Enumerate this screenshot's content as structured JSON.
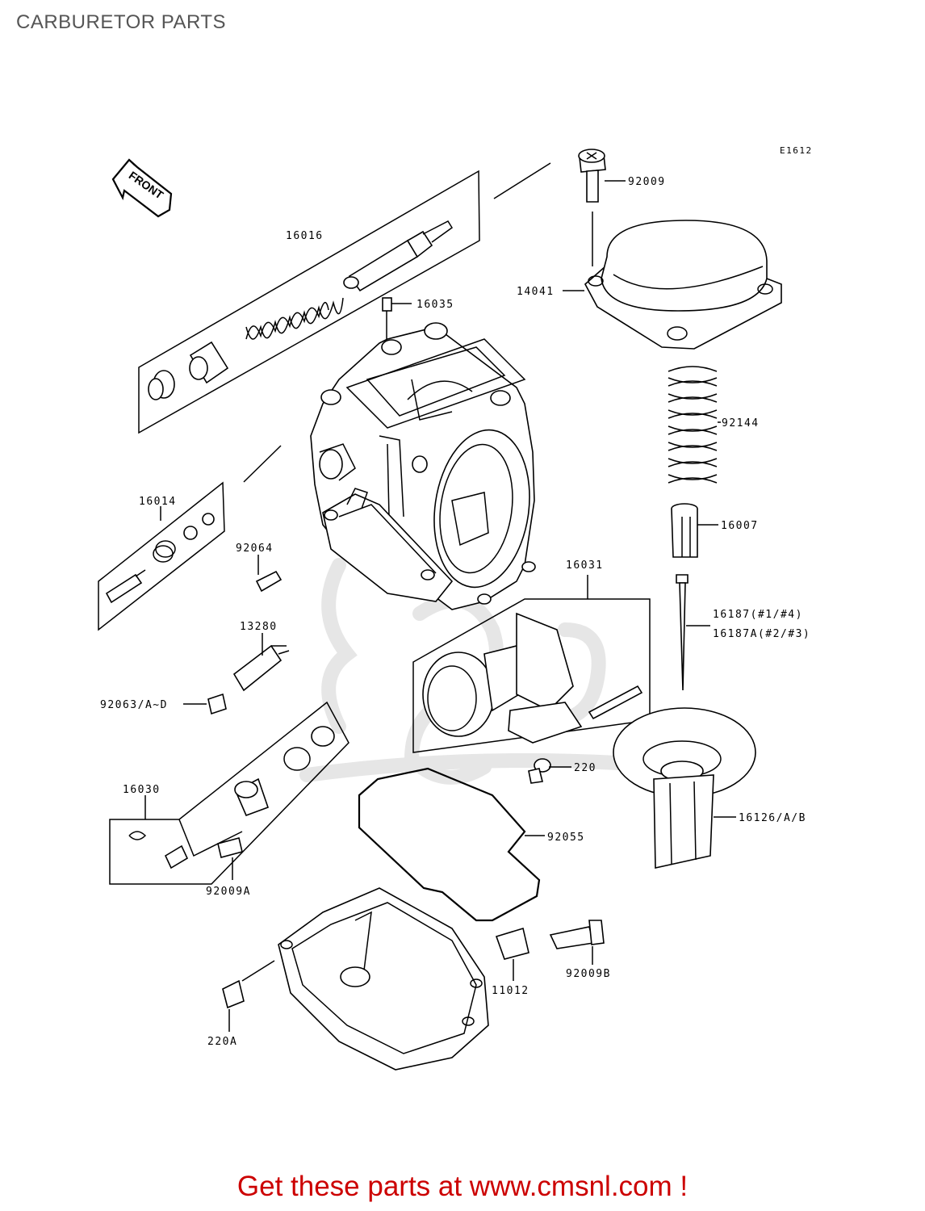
{
  "page": {
    "title": "CARBURETOR PARTS",
    "drawing_code": "E1612",
    "front_marker": "FRONT",
    "promo_text": "Get these parts at www.cmsnl.com !"
  },
  "colors": {
    "title": "#555555",
    "promo": "#cc0000",
    "line_art": "#000000",
    "background": "#ffffff"
  },
  "parts": [
    {
      "id": "p16016",
      "label": "16016"
    },
    {
      "id": "p16035",
      "label": "16035"
    },
    {
      "id": "p92009",
      "label": "92009"
    },
    {
      "id": "p14041",
      "label": "14041"
    },
    {
      "id": "p92144",
      "label": "92144"
    },
    {
      "id": "p16007",
      "label": "16007"
    },
    {
      "id": "p16014",
      "label": "16014"
    },
    {
      "id": "p92064",
      "label": "92064"
    },
    {
      "id": "p16031",
      "label": "16031"
    },
    {
      "id": "p16187",
      "label": "16187(#1/#4)"
    },
    {
      "id": "p16187a",
      "label": "16187A(#2/#3)"
    },
    {
      "id": "p13280",
      "label": "13280"
    },
    {
      "id": "p92063",
      "label": "92063/A~D"
    },
    {
      "id": "p220",
      "label": "220"
    },
    {
      "id": "p16030",
      "label": "16030"
    },
    {
      "id": "p16126",
      "label": "16126/A/B"
    },
    {
      "id": "p92055",
      "label": "92055"
    },
    {
      "id": "p92009a",
      "label": "92009A"
    },
    {
      "id": "p11012",
      "label": "11012"
    },
    {
      "id": "p92009b",
      "label": "92009B"
    },
    {
      "id": "p220a",
      "label": "220A"
    }
  ]
}
